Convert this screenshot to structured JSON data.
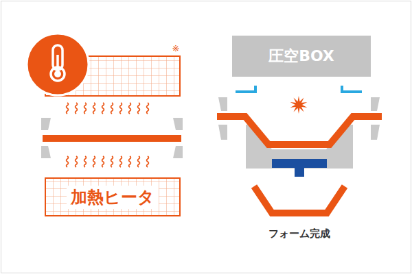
{
  "diagram": {
    "nodes": [
      {
        "text": [
          "加熱ヒータ"
        ]
      },
      {
        "text": [
          "圧空BOX"
        ]
      }
    ],
    "labels": [
      "※",
      "フォーム完成"
    ]
  }
}
